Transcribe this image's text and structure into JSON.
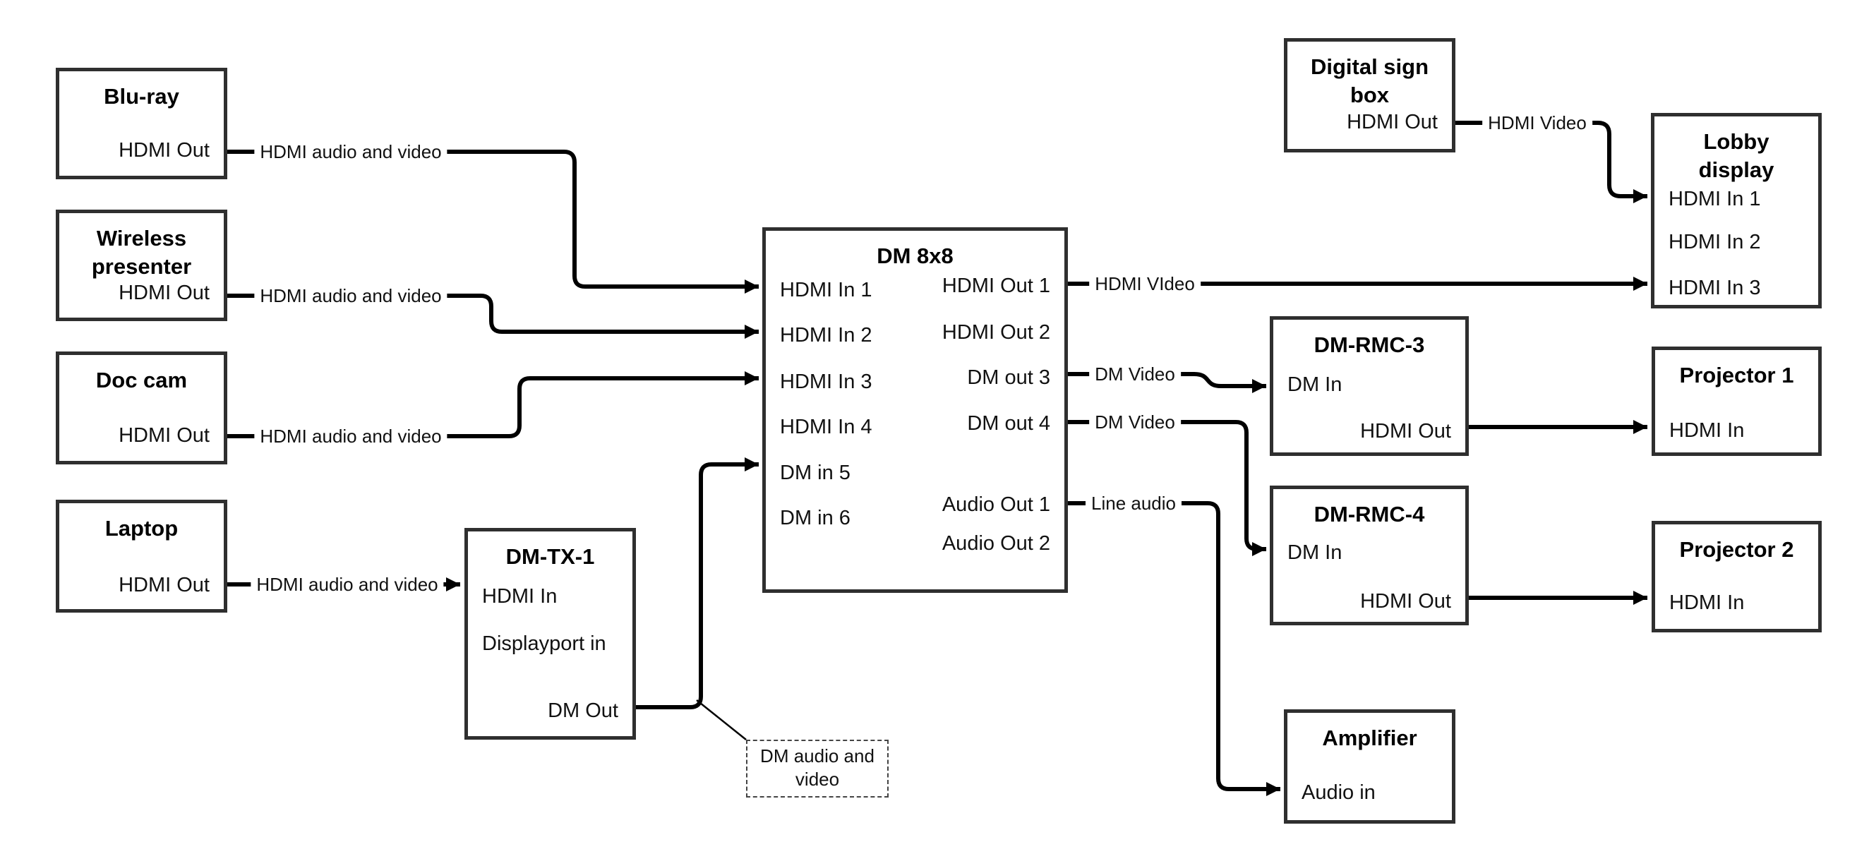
{
  "nodes": {
    "bluray": {
      "title": "Blu-ray",
      "ports": [
        "HDMI Out"
      ]
    },
    "wireless": {
      "title": "Wireless presenter",
      "ports": [
        "HDMI Out"
      ]
    },
    "doccam": {
      "title": "Doc cam",
      "ports": [
        "HDMI Out"
      ]
    },
    "laptop": {
      "title": "Laptop",
      "ports": [
        "HDMI Out"
      ]
    },
    "dmtx1": {
      "title": "DM-TX-1",
      "ports": [
        "HDMI In",
        "Displayport in",
        "DM Out"
      ]
    },
    "dm8x8": {
      "title": "DM 8x8",
      "ports_left": [
        "HDMI In 1",
        "HDMI In 2",
        "HDMI In 3",
        "HDMI In 4",
        "DM in 5",
        "DM in 6"
      ],
      "ports_right": [
        "HDMI Out 1",
        "HDMI Out 2",
        "DM out 3",
        "DM out 4",
        "Audio Out 1",
        "Audio Out 2"
      ]
    },
    "digitalsign": {
      "title": "Digital sign box",
      "ports": [
        "HDMI Out"
      ]
    },
    "lobby": {
      "title": "Lobby display",
      "ports": [
        "HDMI In 1",
        "HDMI In 2",
        "HDMI In 3"
      ]
    },
    "dmrmc3": {
      "title": "DM-RMC-3",
      "ports": [
        "DM In",
        "HDMI Out"
      ]
    },
    "proj1": {
      "title": "Projector 1",
      "ports": [
        "HDMI In"
      ]
    },
    "dmrmc4": {
      "title": "DM-RMC-4",
      "ports": [
        "DM In",
        "HDMI Out"
      ]
    },
    "proj2": {
      "title": "Projector 2",
      "ports": [
        "HDMI In"
      ]
    },
    "amplifier": {
      "title": "Amplifier",
      "ports": [
        "Audio in"
      ]
    }
  },
  "connections": [
    {
      "from": "Blu-ray.HDMI Out",
      "to": "DM 8x8.HDMI In 1",
      "label": "HDMI audio and video"
    },
    {
      "from": "Wireless presenter.HDMI Out",
      "to": "DM 8x8.HDMI In 2",
      "label": "HDMI audio and video"
    },
    {
      "from": "Doc cam.HDMI Out",
      "to": "DM 8x8.HDMI In 3",
      "label": "HDMI audio and video"
    },
    {
      "from": "Laptop.HDMI Out",
      "to": "DM-TX-1.HDMI In",
      "label": "HDMI audio and video"
    },
    {
      "from": "DM-TX-1.DM Out",
      "to": "DM 8x8.DM in 5",
      "label": ""
    },
    {
      "from": "DM 8x8.HDMI Out 1",
      "to": "Lobby display.HDMI In 3",
      "label": "HDMI VIdeo"
    },
    {
      "from": "DM 8x8.DM out 3",
      "to": "DM-RMC-3.DM In",
      "label": "DM Video"
    },
    {
      "from": "DM 8x8.DM out 4",
      "to": "DM-RMC-4.DM In",
      "label": "DM Video"
    },
    {
      "from": "DM 8x8.Audio Out 1",
      "to": "Amplifier.Audio in",
      "label": "Line audio"
    },
    {
      "from": "DM-RMC-3.HDMI Out",
      "to": "Projector 1.HDMI In",
      "label": ""
    },
    {
      "from": "DM-RMC-4.HDMI Out",
      "to": "Projector 2.HDMI In",
      "label": ""
    },
    {
      "from": "Digital sign box.HDMI Out",
      "to": "Lobby display.HDMI In 1",
      "label": "HDMI Video"
    }
  ],
  "note": {
    "text": "DM audio and video"
  },
  "colors": {
    "background": "#ffffff",
    "wire": "#000000",
    "box_border": "#2f2f2f",
    "text": "#111111"
  }
}
